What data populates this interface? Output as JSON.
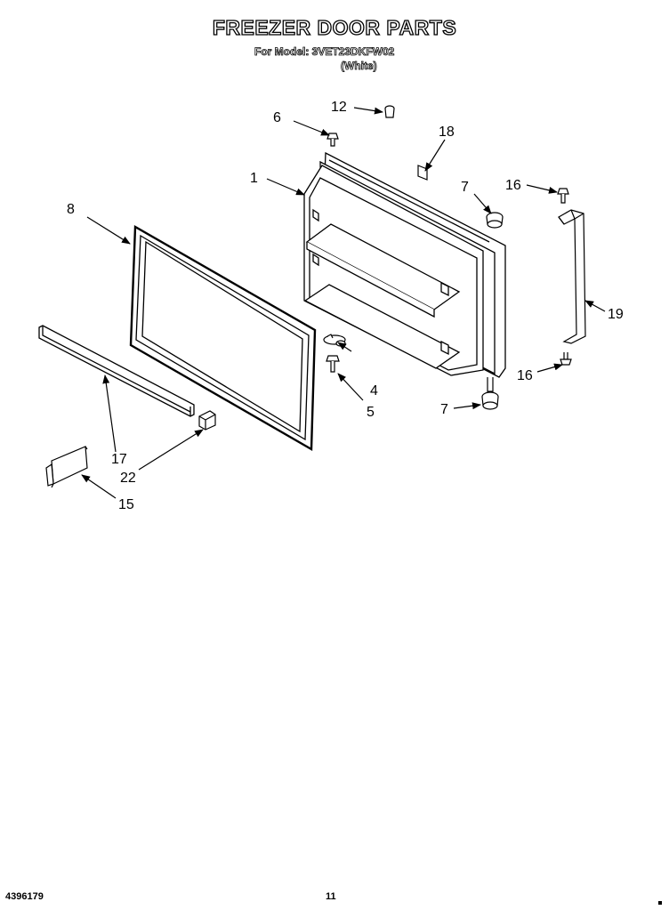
{
  "header": {
    "title": "FREEZER DOOR PARTS",
    "model_line": "For Model: 3VET23DKFW02",
    "color_line": "(White)"
  },
  "callouts": [
    "1",
    "4",
    "5",
    "6",
    "7",
    "7",
    "8",
    "12",
    "15",
    "16",
    "16",
    "17",
    "18",
    "19",
    "22"
  ],
  "footer": {
    "doc_number": "4396179",
    "page_number": "11"
  }
}
